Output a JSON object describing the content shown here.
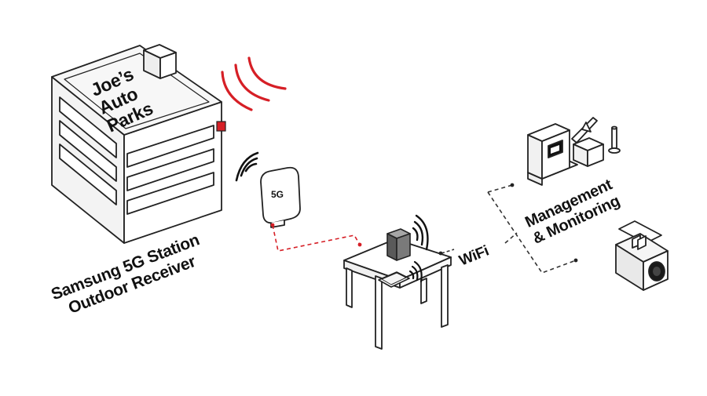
{
  "building": {
    "name_lines": [
      "Joe’s",
      "Auto",
      "Parks"
    ]
  },
  "receiver": {
    "badge": "5G",
    "label_lines": [
      "Samsung 5G Station",
      "Outdoor Receiver"
    ]
  },
  "network": {
    "wifi_label": "WiFi"
  },
  "management": {
    "label_lines": [
      "Management",
      "& Monitoring"
    ]
  },
  "colors": {
    "accent_red": "#d61f26",
    "outline": "#222222",
    "building_fill": "#ffffff",
    "building_shade": "#f1f1f1"
  },
  "icons": [
    "signal-waves-icon",
    "kiosk-icon",
    "barrier-gate-icon",
    "camera-icon",
    "tablet-icon",
    "wifi-router-icon"
  ]
}
